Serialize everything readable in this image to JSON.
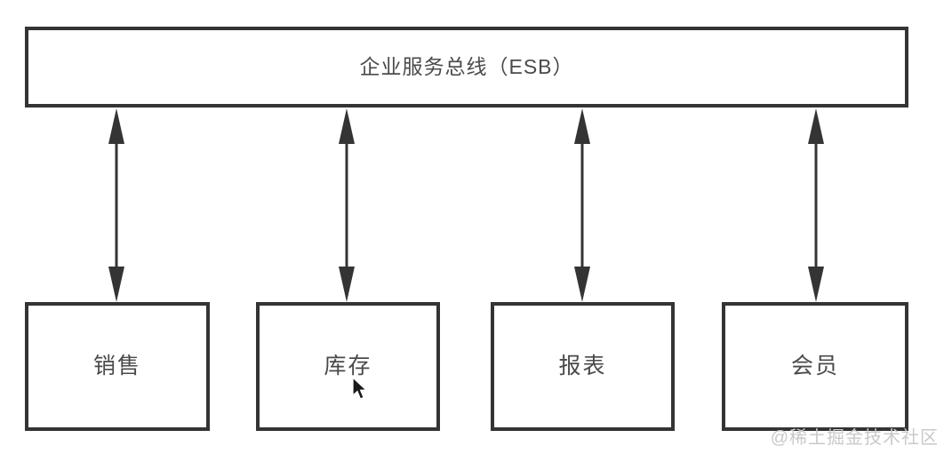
{
  "diagram": {
    "title_node": {
      "id": "esb",
      "label": "企业服务总线（ESB）",
      "shape": "rectangle",
      "border_color": "#343434",
      "fill_color": "#ffffff",
      "text_color": "#4a4a4a"
    },
    "leaf_nodes": [
      {
        "id": "sales",
        "label": "销售"
      },
      {
        "id": "stock",
        "label": "库存"
      },
      {
        "id": "report",
        "label": "报表"
      },
      {
        "id": "member",
        "label": "会员"
      }
    ],
    "connectors": [
      {
        "id": "conn-sales",
        "from": "esb",
        "to": "sales",
        "style": "double-arrow-vertical"
      },
      {
        "id": "conn-stock",
        "from": "esb",
        "to": "stock",
        "style": "double-arrow-vertical"
      },
      {
        "id": "conn-report",
        "from": "esb",
        "to": "report",
        "style": "double-arrow-vertical"
      },
      {
        "id": "conn-member",
        "from": "esb",
        "to": "member",
        "style": "double-arrow-vertical"
      }
    ],
    "colors": {
      "background": "#ffffff",
      "stroke": "#343434",
      "text": "#4a4a4a",
      "watermark": "#c9c9c9"
    }
  },
  "overlay": {
    "watermark_text": "@稀土掘金技术社区",
    "cursor_icon": "arrow-pointer-icon"
  }
}
